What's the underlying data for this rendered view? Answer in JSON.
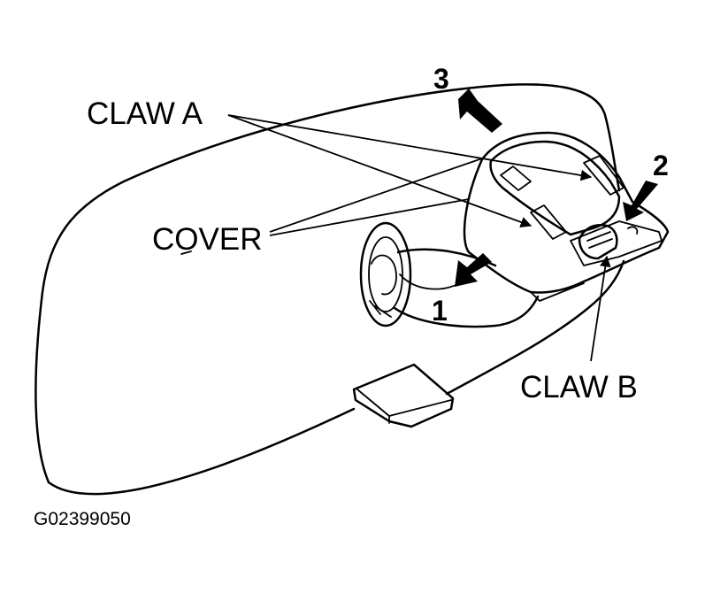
{
  "labels": {
    "claw_a": "CLAW A",
    "cover": "COVER",
    "claw_b": "CLAW B",
    "step_1": "1",
    "step_2": "2",
    "step_3": "3",
    "figure_code": "G02399050"
  },
  "colors": {
    "line": "#000000",
    "background": "#ffffff"
  }
}
